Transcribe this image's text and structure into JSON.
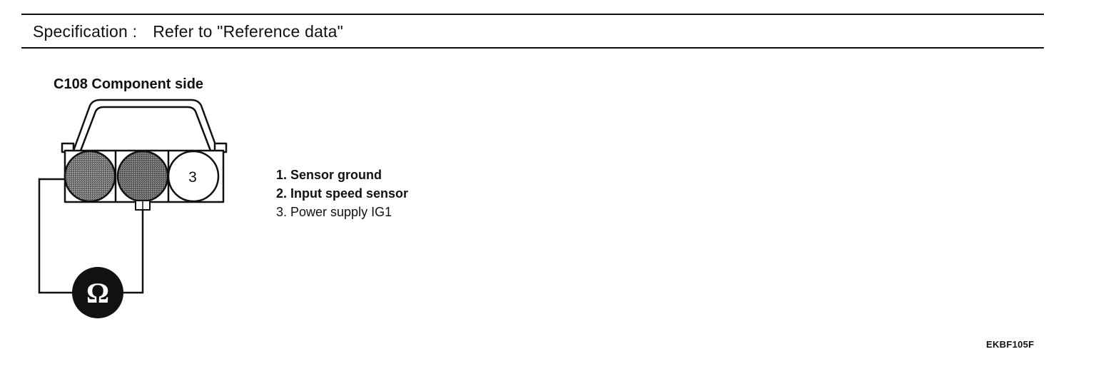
{
  "header": {
    "spec_label": "Specification :",
    "spec_value": "Refer to \"Reference data\""
  },
  "connector": {
    "title": "C108 Component side",
    "pin3_label": "3",
    "meter_symbol": "Ω",
    "legend": [
      "1. Sensor ground",
      "2. Input speed sensor",
      "3. Power supply IG1"
    ]
  },
  "figure_code": "EKBF105F",
  "colors": {
    "line": "#111111",
    "pin_fill": "#7a7a7a",
    "pin_fill_dark": "#5e5e5e",
    "meter_fill": "#111111",
    "background": "#ffffff"
  }
}
